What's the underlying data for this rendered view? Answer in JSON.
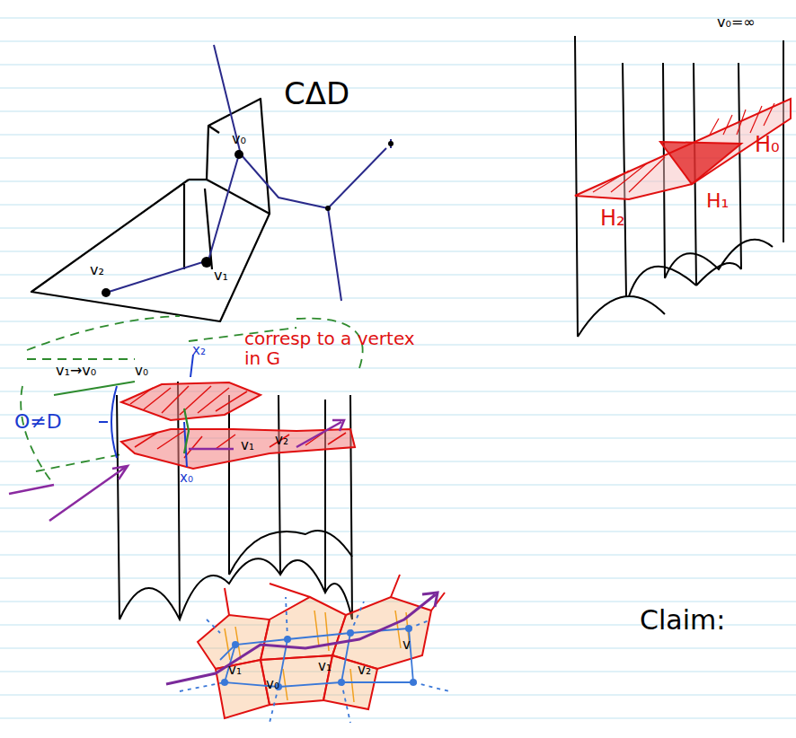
{
  "diagram": {
    "labels": [
      "CΔD",
      "v₀",
      "v₂",
      "v₁",
      "v₀=∞",
      "H₀",
      "H₂",
      "H₁",
      "corresp to a vertex in G",
      "x₂",
      "v₁→v₀",
      "O≠D",
      "x₀",
      "v₀",
      "v₁",
      "v₂",
      "v₁",
      "v₀",
      "v₁",
      "v₂",
      "v",
      "Claim:"
    ]
  }
}
